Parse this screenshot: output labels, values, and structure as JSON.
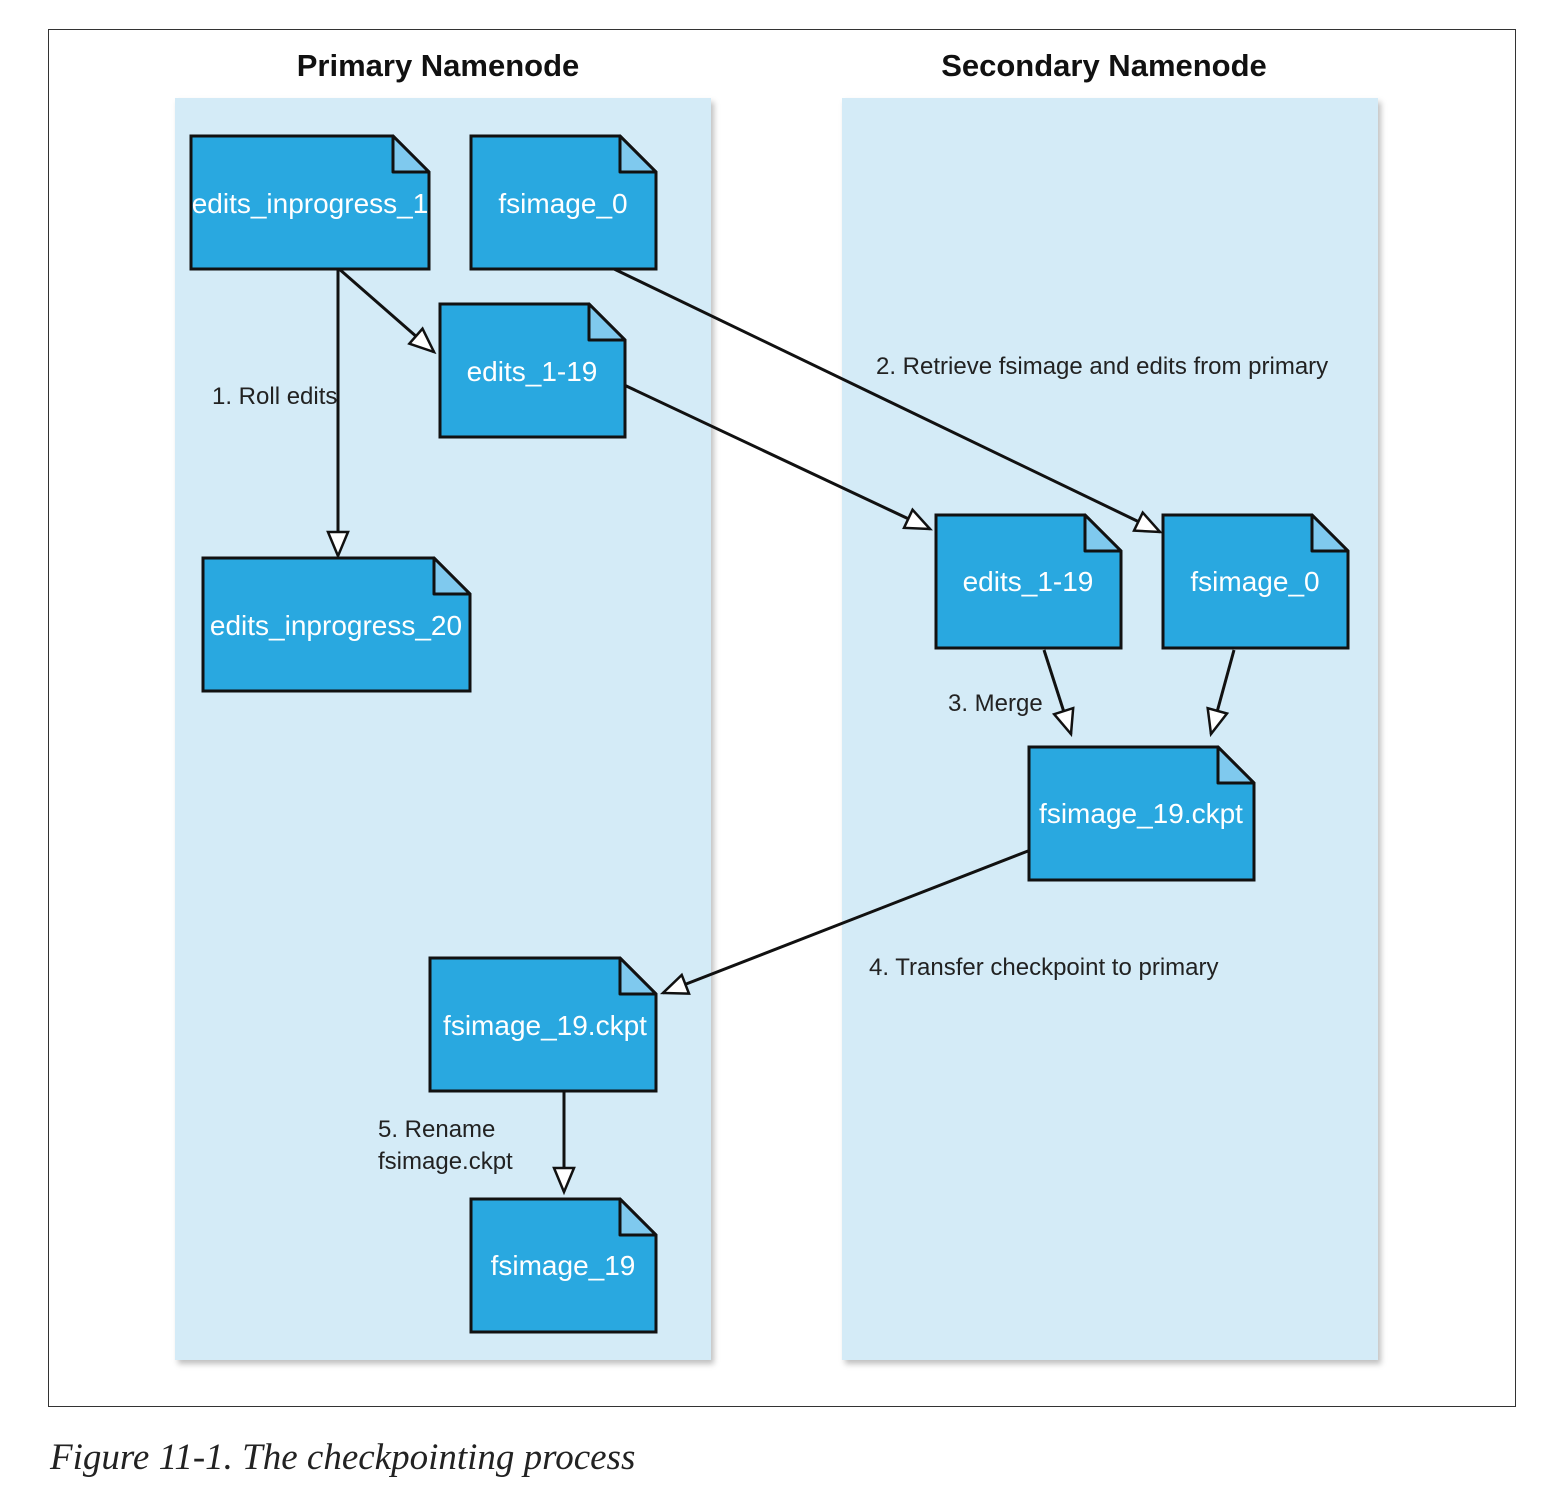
{
  "panels": {
    "primary_title": "Primary Namenode",
    "secondary_title": "Secondary Namenode"
  },
  "files": {
    "edits_inprogress_1": "edits_inprogress_1",
    "fsimage_0_primary": "fsimage_0",
    "edits_1_19_primary": "edits_1-19",
    "edits_inprogress_20": "edits_inprogress_20",
    "edits_1_19_secondary": "edits_1-19",
    "fsimage_0_secondary": "fsimage_0",
    "fsimage_19_ckpt_secondary": "fsimage_19.ckpt",
    "fsimage_19_ckpt_primary": "fsimage_19.ckpt",
    "fsimage_19": "fsimage_19"
  },
  "steps": {
    "roll_edits": "1. Roll edits",
    "retrieve": "2. Retrieve fsimage and edits from primary",
    "merge": "3. Merge",
    "transfer": "4. Transfer checkpoint to primary",
    "rename_line1": "5. Rename",
    "rename_line2": "fsimage.ckpt"
  },
  "caption": "Figure 11-1. The checkpointing process",
  "colors": {
    "panel_background": "#d4ebf7",
    "file_fill": "#29a8e0",
    "file_fold": "#7fc9ee",
    "outline": "#111111"
  }
}
